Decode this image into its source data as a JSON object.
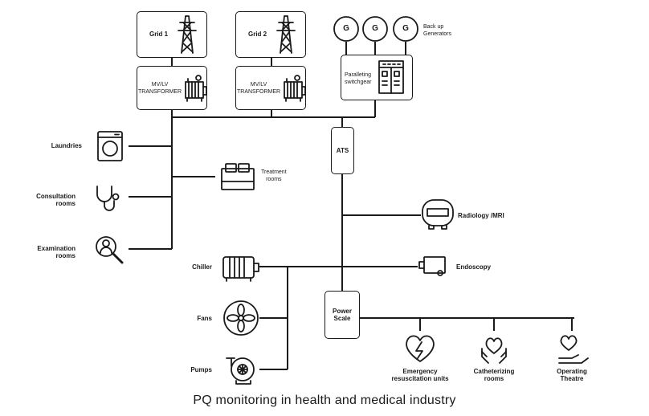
{
  "grid1": "Grid 1",
  "grid2": "Grid 2",
  "transformer": "MV/LV\nTRANSFORMER",
  "generators": {
    "g": "G",
    "label": "Back up\nGenerators"
  },
  "switchgear": "Paralleting\nswitchgear",
  "ats": "ATS",
  "power_scale": "Power\nScale",
  "loads_left": {
    "laundries": "Laundries",
    "consultation": "Consultation\nrooms",
    "examination": "Examination\nrooms",
    "treatment": "Treatment\nrooms"
  },
  "loads_right": {
    "radiology": "Radiology /MRI",
    "endoscopy": "Endoscopy"
  },
  "loads_motor": {
    "chiller": "Chiller",
    "fans": "Fans",
    "pumps": "Pumps"
  },
  "loads_bottom": {
    "emergency": "Emergency\nresuscitation units",
    "catheterizing": "Catheterizing\nrooms",
    "theatre": "Operating\nTheatre"
  },
  "caption": "PQ monitoring in health and medical industry"
}
